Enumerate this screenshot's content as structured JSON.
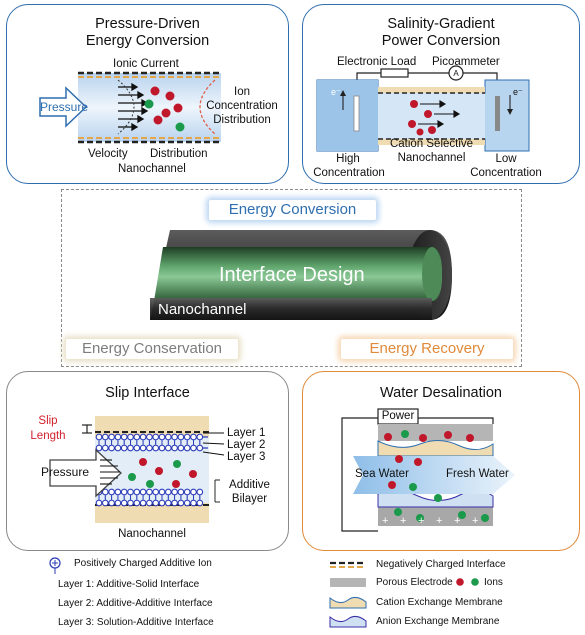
{
  "pressure_panel": {
    "title_line1": "Pressure-Driven",
    "title_line2": "Energy Conversion",
    "ionic_current": "Ionic Current",
    "pressure": "Pressure",
    "ion_line1": "Ion",
    "ion_line2": "Concentration",
    "ion_line3": "Distribution",
    "velocity": "Velocity",
    "distribution": "Distribution",
    "nanochannel": "Nanochannel"
  },
  "salinity_panel": {
    "title_line1": "Salinity-Gradient",
    "title_line2": "Power Conversion",
    "electronic_load": "Electronic Load",
    "picoammeter": "Picoammeter",
    "ammeter_symbol": "A",
    "electron_left": "e⁻",
    "electron_right": "e⁻",
    "cation_line1": "Cation Selective",
    "cation_line2": "Nanochannel",
    "high_line1": "High",
    "high_line2": "Concentration",
    "low_line1": "Low",
    "low_line2": "Concentration"
  },
  "center": {
    "energy_conversion": "Energy Conversion",
    "interface_design": "Interface Design",
    "nanochannel": "Nanochannel",
    "energy_conservation": "Energy Conservation",
    "energy_recovery": "Energy Recovery"
  },
  "slip_panel": {
    "title": "Slip Interface",
    "slip_line1": "Slip",
    "slip_line2": "Length",
    "layer1": "Layer 1",
    "layer2": "Layer 2",
    "layer3": "Layer 3",
    "pressure": "Pressure",
    "additive_line1": "Additive",
    "additive_line2": "Bilayer",
    "nanochannel": "Nanochannel"
  },
  "desal_panel": {
    "title": "Water Desalination",
    "power": "Power",
    "sea_water": "Sea Water",
    "fresh_water": "Fresh Water"
  },
  "legend_left": {
    "additive_ion": "Positively Charged Additive Ion",
    "layer1": "Layer 1: Additive-Solid Interface",
    "layer2": "Layer 2: Additive-Additive Interface",
    "layer3": "Layer 3: Solution-Additive Interface"
  },
  "legend_right": {
    "neg_interface": "Negatively Charged Interface",
    "porous_electrode": "Porous Electrode",
    "ions": "Ions",
    "cation_membrane": "Cation Exchange Membrane",
    "anion_membrane": "Anion Exchange Membrane"
  },
  "colors": {
    "blue_border": "#2f6fb0",
    "orange_border": "#e08a3a",
    "gray_border": "#8a8a8a",
    "ion_red": "#c0172b",
    "ion_green": "#1a9a4a",
    "channel_green": "#3e8a4c",
    "sand": "#f0dcb2"
  }
}
